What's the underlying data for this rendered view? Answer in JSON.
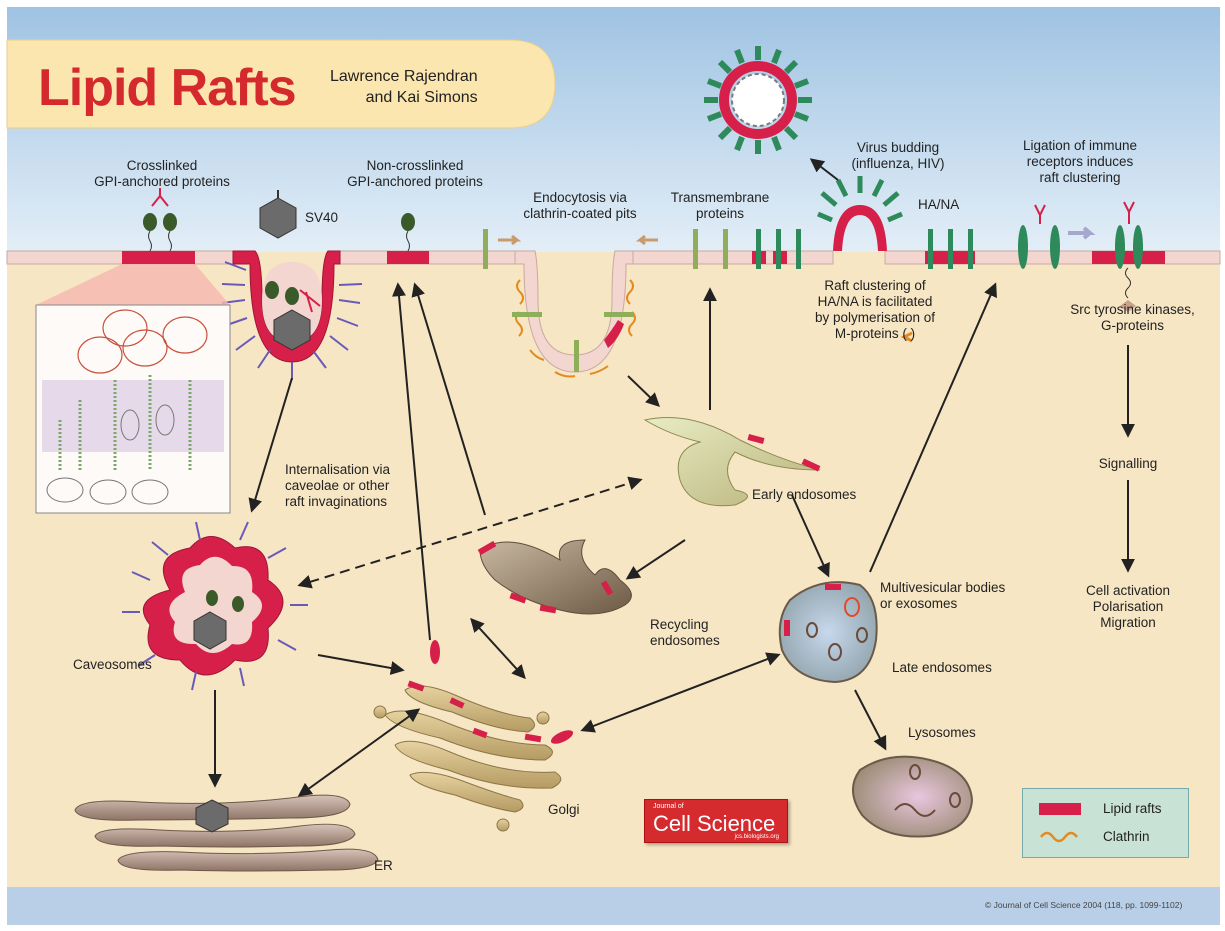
{
  "title": "Lipid Rafts",
  "authors": [
    "Lawrence Rajendran",
    "and Kai Simons"
  ],
  "labels": {
    "crosslinked": [
      "Crosslinked",
      "GPI-anchored proteins"
    ],
    "sv40": "SV40",
    "noncrosslinked": [
      "Non-crosslinked",
      "GPI-anchored proteins"
    ],
    "endocytosis": [
      "Endocytosis via",
      "clathrin-coated pits"
    ],
    "transmembrane": [
      "Transmembrane",
      "proteins"
    ],
    "virus_budding": [
      "Virus budding",
      "(influenza, HIV)"
    ],
    "hana": "HA/NA",
    "ligation": [
      "Ligation of immune",
      "receptors induces",
      "raft clustering"
    ],
    "raft_clustering": [
      "Raft clustering of",
      "HA/NA is facilitated",
      "by polymerisation of",
      "M-proteins ( )"
    ],
    "src": [
      "Src tyrosine kinases,",
      "G-proteins"
    ],
    "internalisation": [
      "Internalisation via",
      "caveolae or other",
      "raft invaginations"
    ],
    "early_endosomes": "Early endosomes",
    "signalling": "Signalling",
    "cell_activation": [
      "Cell activation",
      "Polarisation",
      "Migration"
    ],
    "caveosomes": "Caveosomes",
    "recycling": [
      "Recycling",
      "endosomes"
    ],
    "multivesicular": [
      "Multivesicular bodies",
      "or exosomes"
    ],
    "late_endosomes": "Late endosomes",
    "lysosomes": "Lysosomes",
    "golgi": "Golgi",
    "er": "ER"
  },
  "legend": {
    "raft_label": "Lipid rafts",
    "clathrin_label": "Clathrin"
  },
  "journal_badge": {
    "top": "Journal of",
    "name": "Cell Science",
    "url": "jcs.biologists.org"
  },
  "credit": "© Journal of Cell Science 2004 (118, pp. 1099-1102)",
  "colors": {
    "background": "#f7e6c4",
    "sky": "#cfe0ee",
    "membrane": "#f3d6cf",
    "raft": "#d6204a",
    "footer": "#b9cfe8",
    "title_banner": "#fbe6b0"
  }
}
